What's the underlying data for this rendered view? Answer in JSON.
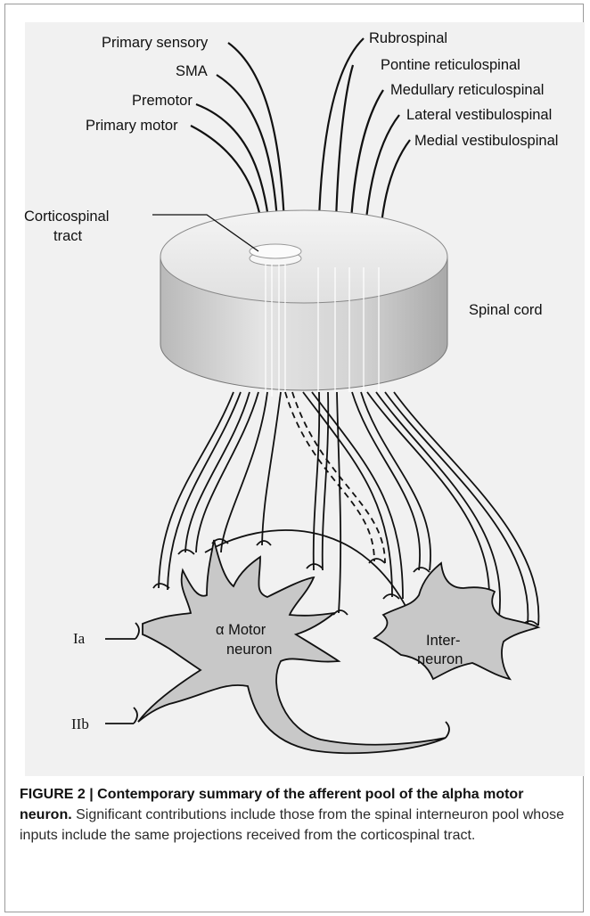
{
  "figure": {
    "labels": {
      "primary_sensory": "Primary sensory",
      "sma": "SMA",
      "premotor": "Premotor",
      "primary_motor": "Primary motor",
      "corticospinal_1": "Corticospinal",
      "corticospinal_2": "tract",
      "rubrospinal": "Rubrospinal",
      "pontine": "Pontine reticulospinal",
      "medullary": "Medullary reticulospinal",
      "lateral_vestibulo": "Lateral vestibulospinal",
      "medial_vestibulo": "Medial vestibulospinal",
      "spinal_cord": "Spinal cord",
      "motor_neuron_1": "α Motor",
      "motor_neuron_2": "neuron",
      "interneuron_1": "Inter-",
      "interneuron_2": "neuron",
      "ia": "Ia",
      "iib": "IIb"
    }
  },
  "caption": {
    "title": "FIGURE 2 | Contemporary summary of the afferent pool of the alpha motor neuron.",
    "body": " Significant contributions include those from the spinal interneuron pool whose inputs include the same projections received from the corticospinal tract."
  },
  "colors": {
    "cylinder_top": "#e6e6e6",
    "cylinder_side": "#cfcfcf",
    "neuron_fill": "#c8c8c8",
    "fiber": "#111111",
    "background_panel": "#f1f1f1"
  }
}
